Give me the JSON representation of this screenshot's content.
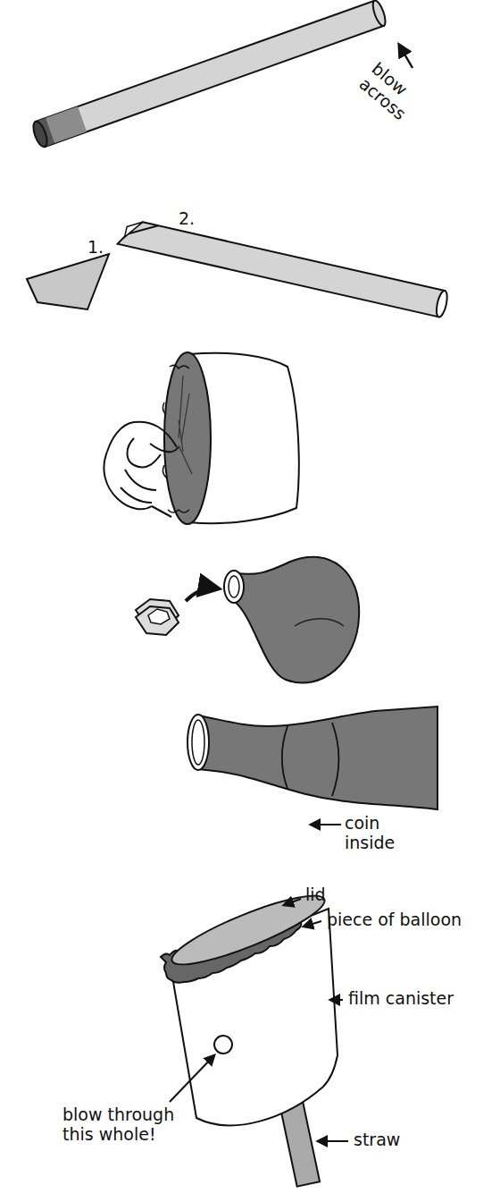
{
  "diagram": {
    "labels": [
      "blow across",
      "2.",
      "1.",
      "coin inside",
      "lid",
      "piece of balloon",
      "film canister",
      "blow through this whole!",
      "straw"
    ]
  }
}
